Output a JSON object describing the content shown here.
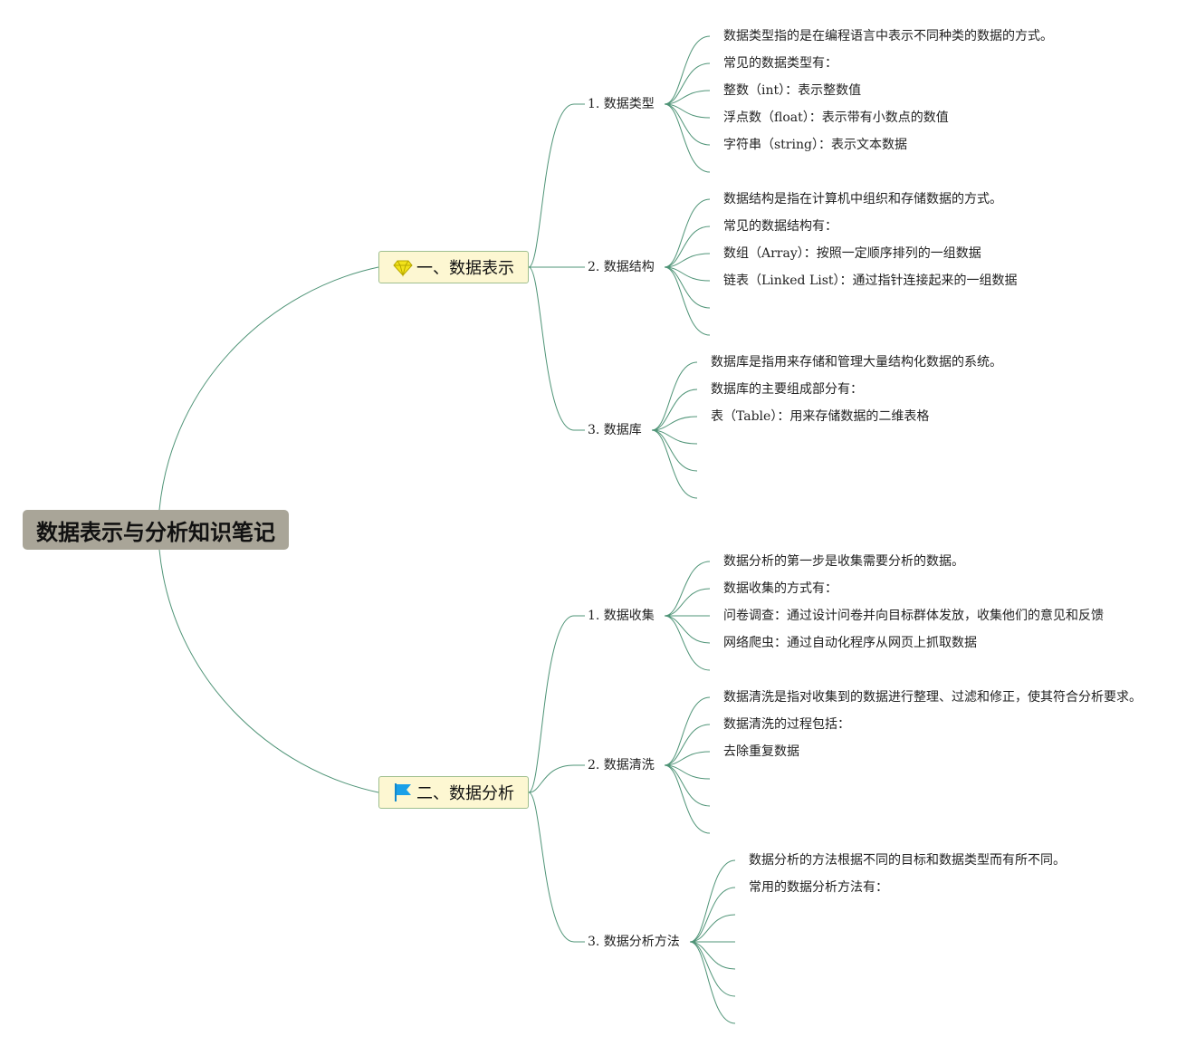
{
  "root": {
    "title": "数据表示与分析知识笔记"
  },
  "colors": {
    "line": "#4f9477",
    "root_bg": "#a9a598",
    "topic_bg": "#fdf7d2",
    "topic_border": "#9fbf8f",
    "flag": "#1aa0e8",
    "diamond": "#f2e21a"
  },
  "sections": [
    {
      "label": "一、数据表示",
      "icon": "diamond-icon",
      "subtopics": [
        {
          "label": "1. 数据类型",
          "leaves": [
            "数据类型指的是在编程语言中表示不同种类的数据的方式。",
            "常见的数据类型有：",
            "整数（int）：表示整数值",
            "浮点数（float）：表示带有小数点的数值",
            "字符串（string）：表示文本数据",
            ""
          ]
        },
        {
          "label": "2. 数据结构",
          "leaves": [
            "数据结构是指在计算机中组织和存储数据的方式。",
            "常见的数据结构有：",
            "数组（Array）：按照一定顺序排列的一组数据",
            "链表（Linked List）：通过指针连接起来的一组数据",
            "",
            ""
          ]
        },
        {
          "label": "3. 数据库",
          "leaves": [
            "数据库是指用来存储和管理大量结构化数据的系统。",
            "数据库的主要组成部分有：",
            "表（Table）：用来存储数据的二维表格",
            "",
            "",
            ""
          ]
        }
      ]
    },
    {
      "label": "二、数据分析",
      "icon": "flag-icon",
      "subtopics": [
        {
          "label": "1. 数据收集",
          "leaves": [
            "数据分析的第一步是收集需要分析的数据。",
            "数据收集的方式有：",
            "问卷调查：通过设计问卷并向目标群体发放，收集他们的意见和反馈",
            "网络爬虫：通过自动化程序从网页上抓取数据",
            ""
          ]
        },
        {
          "label": "2. 数据清洗",
          "leaves": [
            "数据清洗是指对收集到的数据进行整理、过滤和修正，使其符合分析要求。",
            "数据清洗的过程包括：",
            "去除重复数据",
            "",
            "",
            ""
          ]
        },
        {
          "label": "3. 数据分析方法",
          "leaves": [
            "数据分析的方法根据不同的目标和数据类型而有所不同。",
            "常用的数据分析方法有：",
            "",
            "",
            "",
            "",
            ""
          ]
        }
      ]
    }
  ]
}
